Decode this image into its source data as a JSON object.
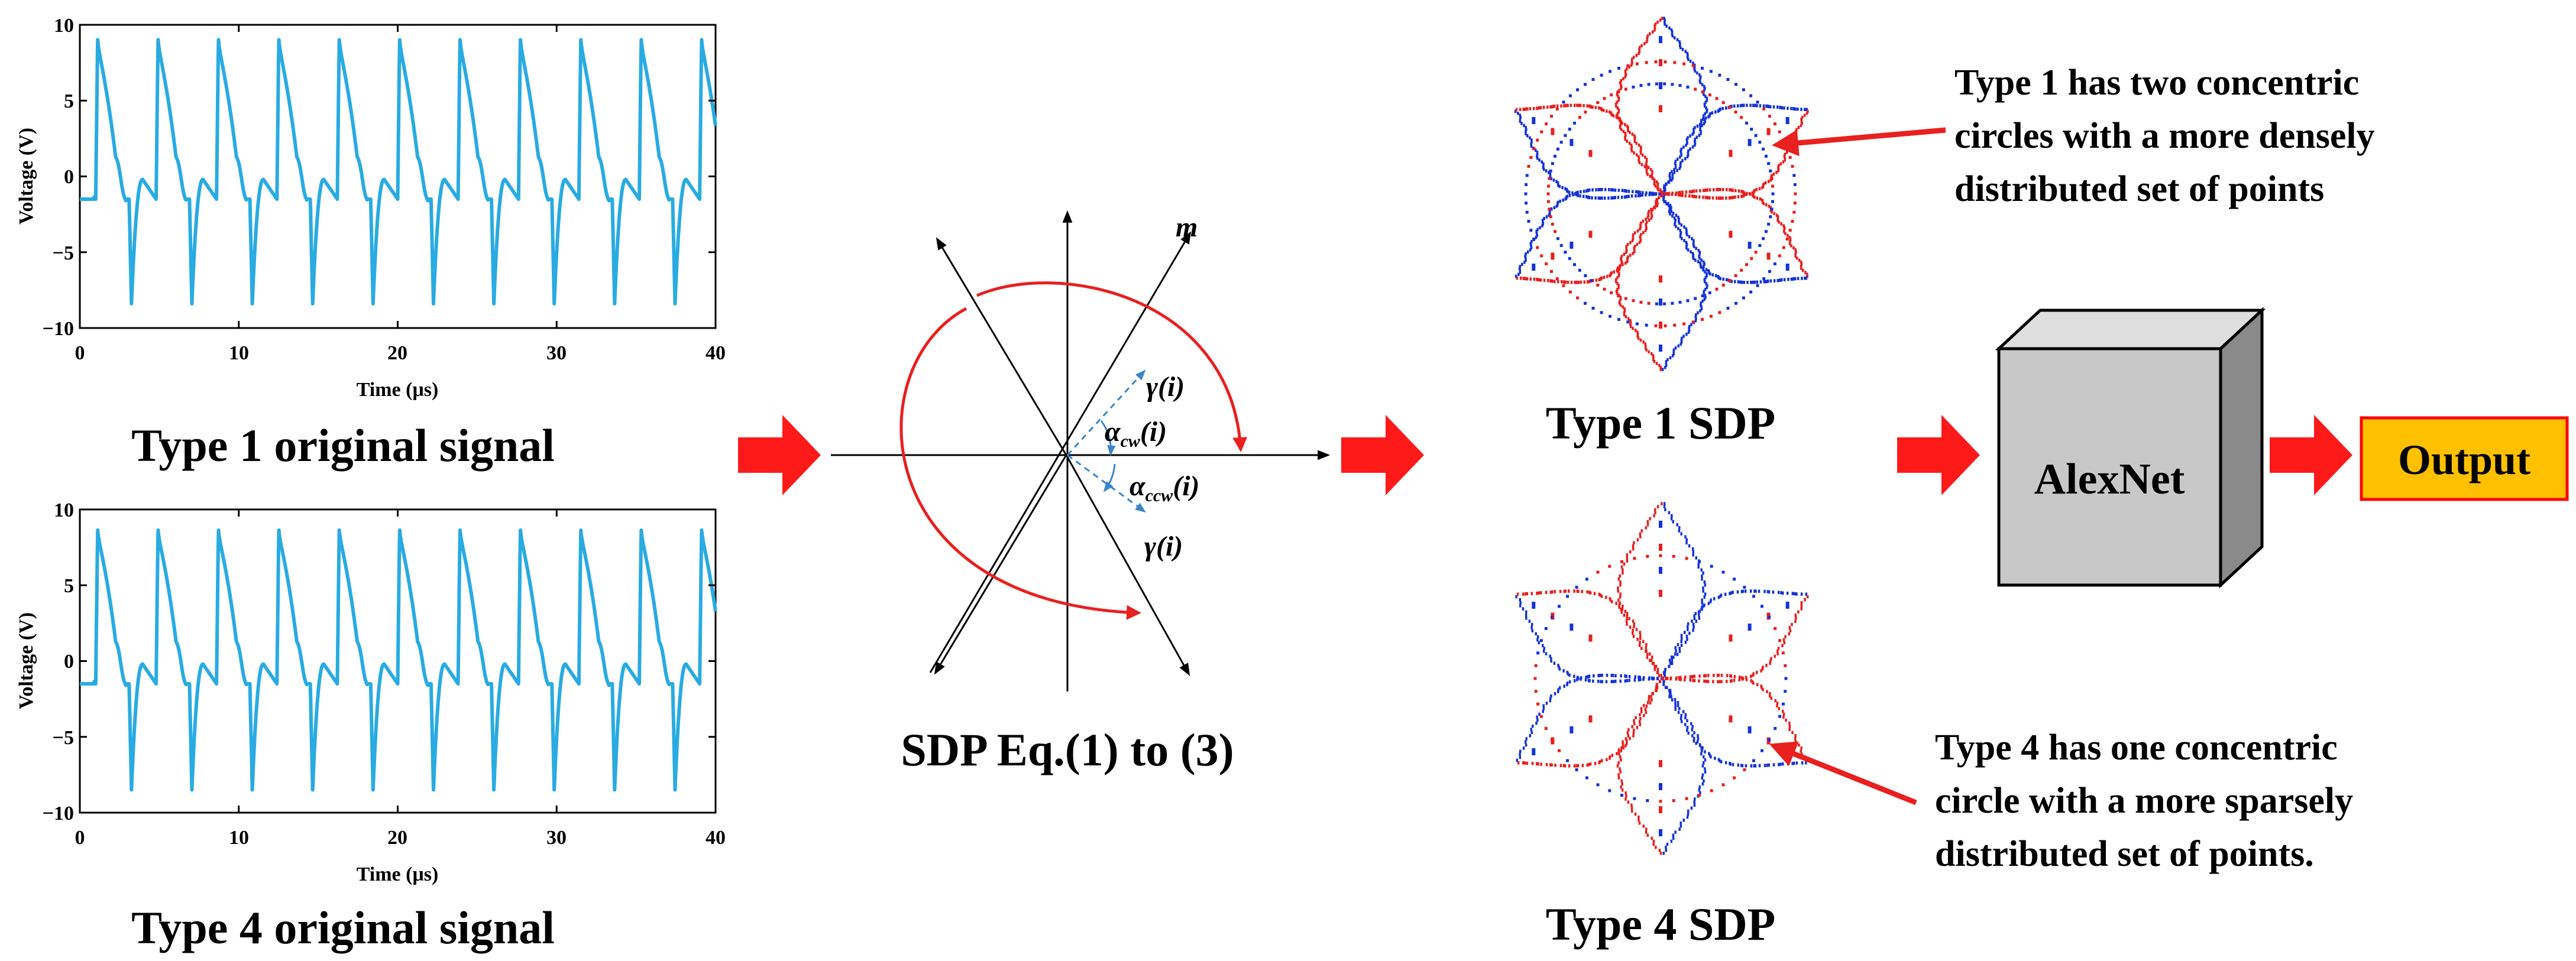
{
  "colors": {
    "signal": "#29abe2",
    "arrow": "#ff1a1a",
    "sdp_red": "#e8201f",
    "sdp_blue": "#1533d8",
    "diagram_dashed": "#3a86c8",
    "alexnet_face": "#c8c8c8",
    "alexnet_top": "#dedede",
    "alexnet_side": "#8a8a8a",
    "output_fill": "#ffc000",
    "output_border": "#ff0000"
  },
  "signal_plots": [
    {
      "caption": "Type 1 original signal",
      "xlabel": "Time (μs)",
      "ylabel": "Voltage (V)",
      "xticks": [
        "0",
        "10",
        "20",
        "30",
        "40"
      ],
      "yticks": [
        "10",
        "5",
        "0",
        "−5",
        "−10"
      ]
    },
    {
      "caption": "Type 4 original signal",
      "xlabel": "Time (μs)",
      "ylabel": "Voltage (V)",
      "xticks": [
        "0",
        "10",
        "20",
        "30",
        "40"
      ],
      "yticks": [
        "10",
        "5",
        "0",
        "−5",
        "−10"
      ]
    }
  ],
  "chart_data": [
    {
      "type": "line",
      "title": "Type 1 original signal",
      "xlabel": "Time (μs)",
      "ylabel": "Voltage (V)",
      "xlim": [
        0,
        40
      ],
      "ylim": [
        -10,
        10
      ],
      "grid": false,
      "period_us": 3.8,
      "peak_V": 9.2,
      "trough_V": -8.4,
      "baseline_V": -1.5
    },
    {
      "type": "line",
      "title": "Type 4 original signal",
      "xlabel": "Time (μs)",
      "ylabel": "Voltage (V)",
      "xlim": [
        0,
        40
      ],
      "ylim": [
        -10,
        10
      ],
      "grid": false,
      "period_us": 3.8,
      "peak_V": 8.8,
      "trough_V": -8.5,
      "baseline_V": -1.5
    }
  ],
  "sdp_diagram": {
    "caption": "SDP Eq.(1) to (3)",
    "label_m": "m",
    "label_gamma_top": "γ(i)",
    "label_alpha_cw": "α",
    "label_alpha_cw_sub": "cw",
    "label_alpha_cw_arg": "(i)",
    "label_alpha_ccw": "α",
    "label_alpha_ccw_sub": "ccw",
    "label_alpha_ccw_arg": "(i)",
    "label_gamma_bottom": "γ(i)"
  },
  "sdp_patterns": [
    {
      "caption": "Type 1 SDP"
    },
    {
      "caption": "Type 4 SDP"
    }
  ],
  "annotations": {
    "type1_note": [
      "Type 1 has two concentric",
      "circles with a more densely",
      "distributed set of points"
    ],
    "type4_note": [
      "Type 4 has one concentric",
      "circle with a more sparsely",
      "distributed set of points."
    ]
  },
  "model": {
    "label": "AlexNet"
  },
  "output": {
    "label": "Output"
  }
}
